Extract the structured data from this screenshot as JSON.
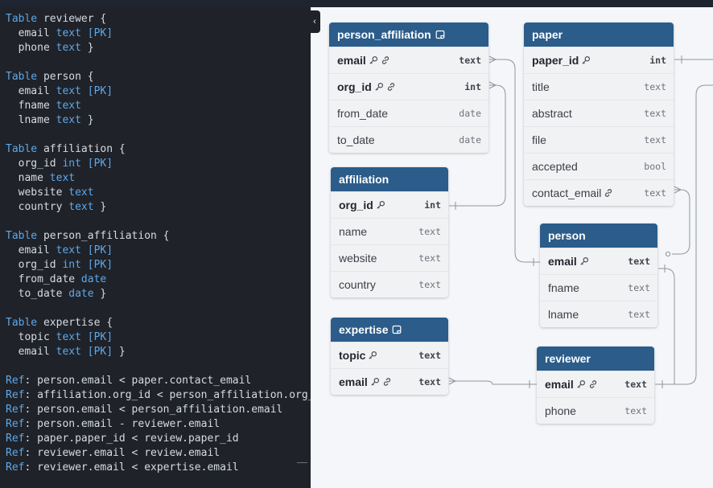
{
  "editor": {
    "lines": [
      [
        {
          "c": "kw",
          "t": "Table"
        },
        {
          "c": "plain",
          "t": " reviewer {"
        }
      ],
      [
        {
          "c": "plain",
          "t": "  email "
        },
        {
          "c": "ty",
          "t": "text"
        },
        {
          "c": "pk",
          "t": " [PK]"
        }
      ],
      [
        {
          "c": "plain",
          "t": "  phone "
        },
        {
          "c": "ty",
          "t": "text"
        },
        {
          "c": "plain",
          "t": " }"
        }
      ],
      [],
      [
        {
          "c": "kw",
          "t": "Table"
        },
        {
          "c": "plain",
          "t": " person {"
        }
      ],
      [
        {
          "c": "plain",
          "t": "  email "
        },
        {
          "c": "ty",
          "t": "text"
        },
        {
          "c": "pk",
          "t": " [PK]"
        }
      ],
      [
        {
          "c": "plain",
          "t": "  fname "
        },
        {
          "c": "ty",
          "t": "text"
        }
      ],
      [
        {
          "c": "plain",
          "t": "  lname "
        },
        {
          "c": "ty",
          "t": "text"
        },
        {
          "c": "plain",
          "t": " }"
        }
      ],
      [],
      [
        {
          "c": "kw",
          "t": "Table"
        },
        {
          "c": "plain",
          "t": " affiliation {"
        }
      ],
      [
        {
          "c": "plain",
          "t": "  org_id "
        },
        {
          "c": "ty",
          "t": "int"
        },
        {
          "c": "pk",
          "t": " [PK]"
        }
      ],
      [
        {
          "c": "plain",
          "t": "  name "
        },
        {
          "c": "ty",
          "t": "text"
        }
      ],
      [
        {
          "c": "plain",
          "t": "  website "
        },
        {
          "c": "ty",
          "t": "text"
        }
      ],
      [
        {
          "c": "plain",
          "t": "  country "
        },
        {
          "c": "ty",
          "t": "text"
        },
        {
          "c": "plain",
          "t": " }"
        }
      ],
      [],
      [
        {
          "c": "kw",
          "t": "Table"
        },
        {
          "c": "plain",
          "t": " person_affiliation {"
        }
      ],
      [
        {
          "c": "plain",
          "t": "  email "
        },
        {
          "c": "ty",
          "t": "text"
        },
        {
          "c": "pk",
          "t": " [PK]"
        }
      ],
      [
        {
          "c": "plain",
          "t": "  org_id "
        },
        {
          "c": "ty",
          "t": "int"
        },
        {
          "c": "pk",
          "t": " [PK]"
        }
      ],
      [
        {
          "c": "plain",
          "t": "  from_date "
        },
        {
          "c": "ty",
          "t": "date"
        }
      ],
      [
        {
          "c": "plain",
          "t": "  to_date "
        },
        {
          "c": "ty",
          "t": "date"
        },
        {
          "c": "plain",
          "t": " }"
        }
      ],
      [],
      [
        {
          "c": "kw",
          "t": "Table"
        },
        {
          "c": "plain",
          "t": " expertise {"
        }
      ],
      [
        {
          "c": "plain",
          "t": "  topic "
        },
        {
          "c": "ty",
          "t": "text"
        },
        {
          "c": "pk",
          "t": " [PK]"
        }
      ],
      [
        {
          "c": "plain",
          "t": "  email "
        },
        {
          "c": "ty",
          "t": "text"
        },
        {
          "c": "pk",
          "t": " [PK]"
        },
        {
          "c": "plain",
          "t": " }"
        }
      ],
      [],
      [
        {
          "c": "kw",
          "t": "Ref"
        },
        {
          "c": "plain",
          "t": ": person.email < paper.contact_email"
        }
      ],
      [
        {
          "c": "kw",
          "t": "Ref"
        },
        {
          "c": "plain",
          "t": ": affiliation.org_id < person_affiliation.org_id"
        }
      ],
      [
        {
          "c": "kw",
          "t": "Ref"
        },
        {
          "c": "plain",
          "t": ": person.email < person_affiliation.email"
        }
      ],
      [
        {
          "c": "kw",
          "t": "Ref"
        },
        {
          "c": "plain",
          "t": ": person.email - reviewer.email"
        }
      ],
      [
        {
          "c": "kw",
          "t": "Ref"
        },
        {
          "c": "plain",
          "t": ": paper.paper_id < review.paper_id"
        }
      ],
      [
        {
          "c": "kw",
          "t": "Ref"
        },
        {
          "c": "plain",
          "t": ": reviewer.email < review.email"
        }
      ],
      [
        {
          "c": "kw",
          "t": "Ref"
        },
        {
          "c": "plain",
          "t": ": reviewer.email < expertise.email"
        }
      ]
    ]
  },
  "collapse_glyph": "‹",
  "colors": {
    "header": "#2b5c8a",
    "keyword": "#5ea8ea",
    "editor_bg": "#1f2228",
    "canvas_bg": "#f4f6f9"
  },
  "tables": [
    {
      "id": "person_affiliation",
      "name": "person_affiliation",
      "note": true,
      "rows": [
        {
          "name": "email",
          "type": "text",
          "pk": true,
          "fk": true
        },
        {
          "name": "org_id",
          "type": "int",
          "pk": true,
          "fk": true
        },
        {
          "name": "from_date",
          "type": "date",
          "pk": false,
          "fk": false
        },
        {
          "name": "to_date",
          "type": "date",
          "pk": false,
          "fk": false
        }
      ]
    },
    {
      "id": "paper",
      "name": "paper",
      "note": false,
      "rows": [
        {
          "name": "paper_id",
          "type": "int",
          "pk": true,
          "fk": false
        },
        {
          "name": "title",
          "type": "text",
          "pk": false,
          "fk": false
        },
        {
          "name": "abstract",
          "type": "text",
          "pk": false,
          "fk": false
        },
        {
          "name": "file",
          "type": "text",
          "pk": false,
          "fk": false
        },
        {
          "name": "accepted",
          "type": "bool",
          "pk": false,
          "fk": false
        },
        {
          "name": "contact_email",
          "type": "text",
          "pk": false,
          "fk": true
        }
      ]
    },
    {
      "id": "affiliation",
      "name": "affiliation",
      "note": false,
      "rows": [
        {
          "name": "org_id",
          "type": "int",
          "pk": true,
          "fk": false
        },
        {
          "name": "name",
          "type": "text",
          "pk": false,
          "fk": false
        },
        {
          "name": "website",
          "type": "text",
          "pk": false,
          "fk": false
        },
        {
          "name": "country",
          "type": "text",
          "pk": false,
          "fk": false
        }
      ]
    },
    {
      "id": "person",
      "name": "person",
      "note": false,
      "rows": [
        {
          "name": "email",
          "type": "text",
          "pk": true,
          "fk": false
        },
        {
          "name": "fname",
          "type": "text",
          "pk": false,
          "fk": false
        },
        {
          "name": "lname",
          "type": "text",
          "pk": false,
          "fk": false
        }
      ]
    },
    {
      "id": "expertise",
      "name": "expertise",
      "note": true,
      "rows": [
        {
          "name": "topic",
          "type": "text",
          "pk": true,
          "fk": false
        },
        {
          "name": "email",
          "type": "text",
          "pk": true,
          "fk": true
        }
      ]
    },
    {
      "id": "reviewer",
      "name": "reviewer",
      "note": false,
      "rows": [
        {
          "name": "email",
          "type": "text",
          "pk": true,
          "fk": true
        },
        {
          "name": "phone",
          "type": "text",
          "pk": false,
          "fk": false
        }
      ]
    }
  ]
}
